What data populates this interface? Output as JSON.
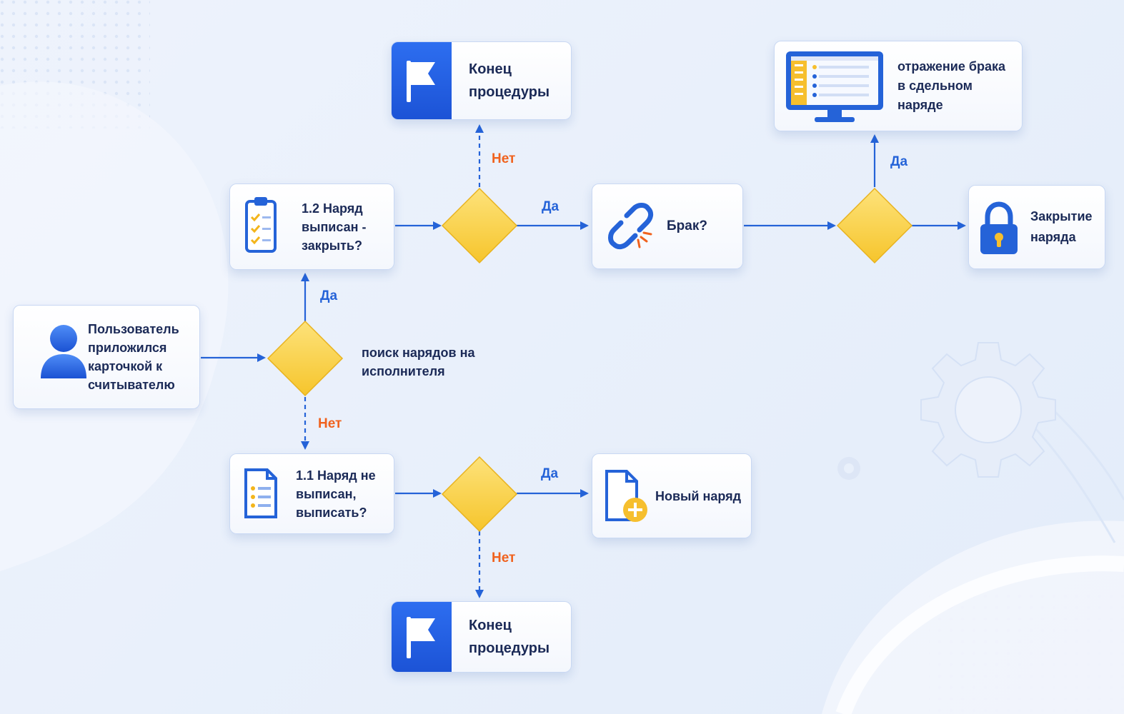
{
  "nodes": {
    "user": "Пользователь приложился карточкой к считывателю",
    "search": "поиск нарядов на исполнителя",
    "issued_close": "1.2 Наряд выписан - закрыть?",
    "not_issued": "1.1 Наряд не выписан, выписать?",
    "end_top": "Конец процедуры",
    "end_bottom": "Конец процедуры",
    "defect": "Брак?",
    "reflect_defect": "отражение брака в сдельном наряде",
    "close_order": "Закрытие наряда",
    "new_order": "Новый наряд"
  },
  "labels": {
    "yes_search": "Да",
    "no_search": "Нет",
    "no_top": "Нет",
    "yes_to_defect": "Да",
    "yes_reflect": "Да",
    "yes_new": "Да",
    "no_bottom": "Нет"
  },
  "colors": {
    "accent": "#2563d8",
    "no": "#f0621e",
    "decision": "#f8cf3a"
  },
  "icons": [
    "user-icon",
    "clipboard-icon",
    "document-icon",
    "flag-icon",
    "broken-link-icon",
    "monitor-icon",
    "lock-icon",
    "new-document-icon"
  ]
}
